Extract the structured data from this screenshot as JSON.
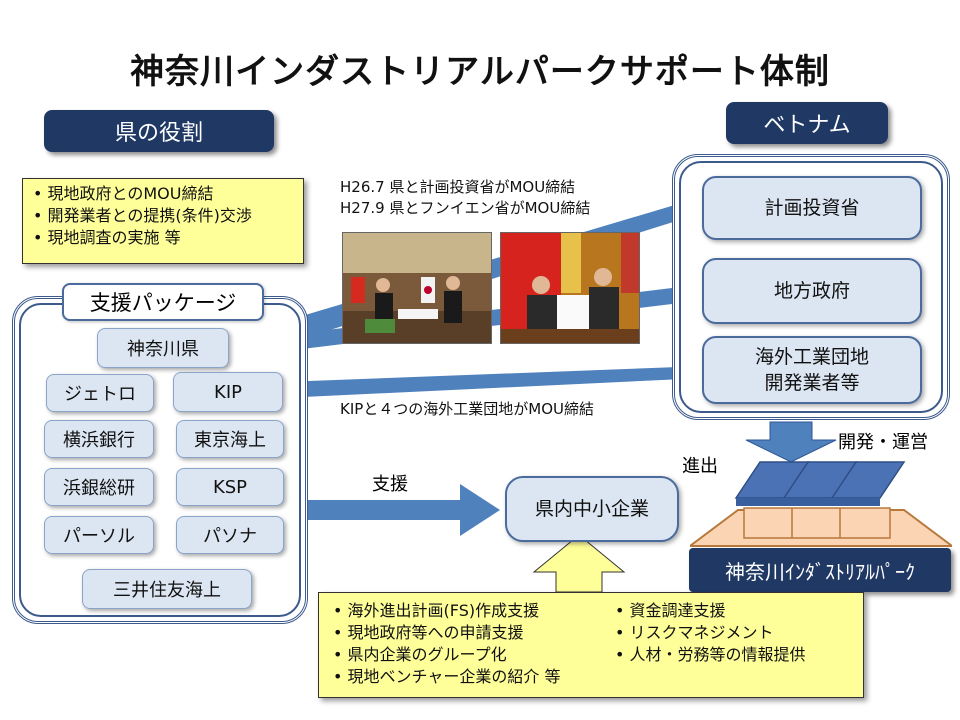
{
  "title": "神奈川インダストリアルパークサポート体制",
  "colors": {
    "navy": "#1f3864",
    "pill_fill": "#dce6f2",
    "yellow": "#ffff99",
    "arrow_blue": "#4f81bd",
    "roof_blue": "#4a72b5",
    "building_orange": "#fbd4b4"
  },
  "pref_role": {
    "label": "県の役割",
    "items": [
      "現地政府とのMOU締結",
      "開発業者との提携(条件)交渉",
      "現地調査の実施 等"
    ]
  },
  "support_package": {
    "label": "支援パッケージ",
    "kanagawa": "神奈川県",
    "members": [
      "ジェトロ",
      "KIP",
      "横浜銀行",
      "東京海上",
      "浜銀総研",
      "KSP",
      "パーソル",
      "パソナ",
      "三井住友海上"
    ]
  },
  "vietnam": {
    "label": "ベトナム",
    "entities": [
      "計画投資省",
      "地方政府",
      "海外工業団地\n開発業者等"
    ]
  },
  "mou_notes": {
    "line1": "H26.7 県と計画投資省がMOU締結",
    "line2": "H27.9 県とフンイエン省がMOU締結",
    "kip": "KIPと４つの海外工業団地がMOU締結"
  },
  "flow": {
    "support_label": "支援",
    "target": "県内中小企業",
    "advance_label": "進出",
    "dev_label": "開発・運営",
    "park_name": "神奈川ｲﾝﾀﾞｽﾄﾘｱﾙﾊﾟｰｸ"
  },
  "services": {
    "left": [
      "海外進出計画(FS)作成支援",
      "現地政府等への申請支援",
      "県内企業のグループ化",
      "現地ベンチャー企業の紹介 等"
    ],
    "right": [
      "資金調達支援",
      "リスクマネジメント",
      "人材・労務等の情報提供"
    ]
  }
}
